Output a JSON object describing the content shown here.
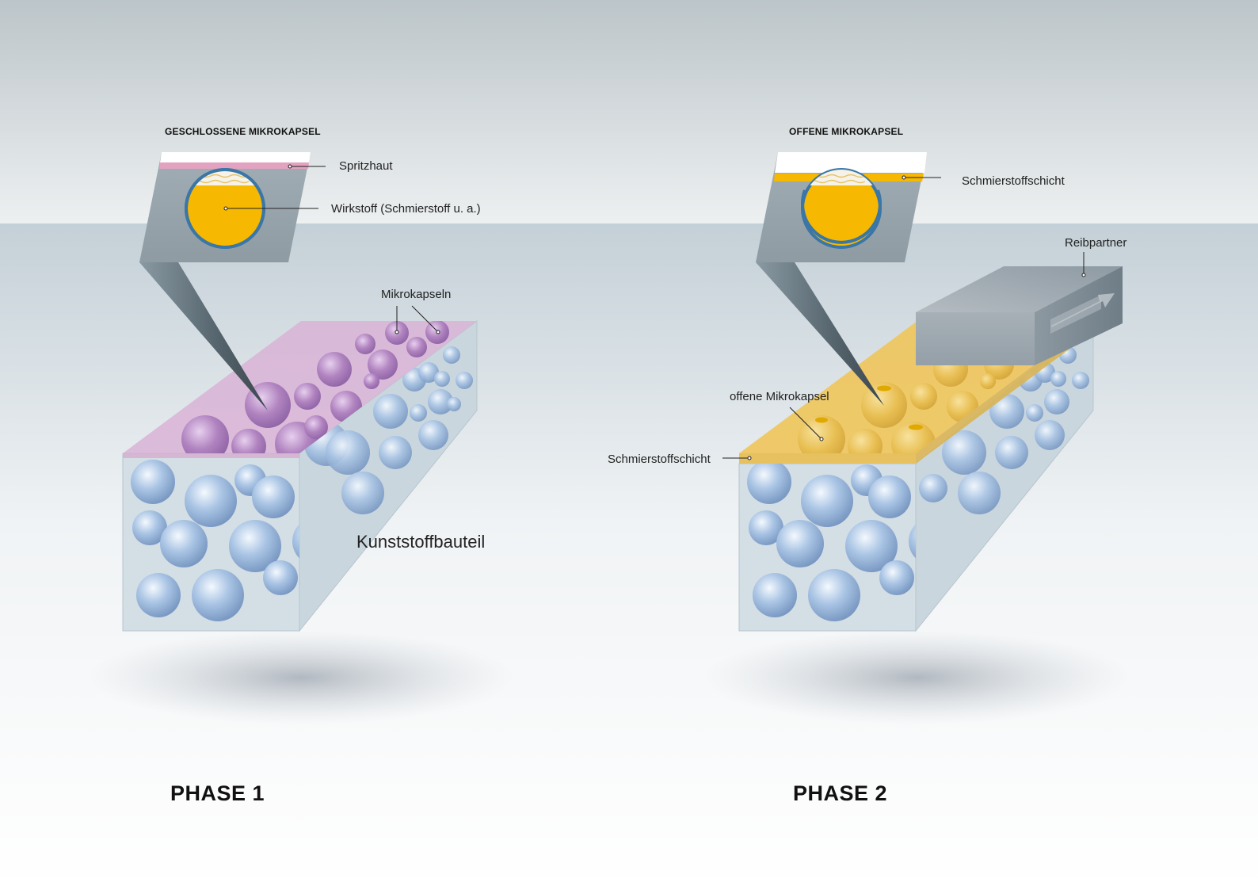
{
  "phase1": {
    "header": "GESCHLOSSENE MIKROKAPSEL",
    "label_skin": "Spritzhaut",
    "label_agent": "Wirkstoff (Schmierstoff u. a.)",
    "label_capsules": "Mikrokapseln",
    "label_part": "Kunststoffbauteil",
    "phase_title": "PHASE 1"
  },
  "phase2": {
    "header": "OFFENE MIKROKAPSEL",
    "label_lube_top": "Schmierstoffschicht",
    "label_partner": "Reibpartner",
    "label_open_capsule": "offene Mikrokapsel",
    "label_lube_side": "Schmierstoffschicht",
    "phase_title": "PHASE 2"
  },
  "colors": {
    "capsule_core": "#f6b800",
    "capsule_ring": "#3a76a6",
    "skin": "#e3a3c0",
    "purple_layer": "#c691c6",
    "lube_layer": "#f2c850",
    "matrix": "#cfdde6"
  }
}
